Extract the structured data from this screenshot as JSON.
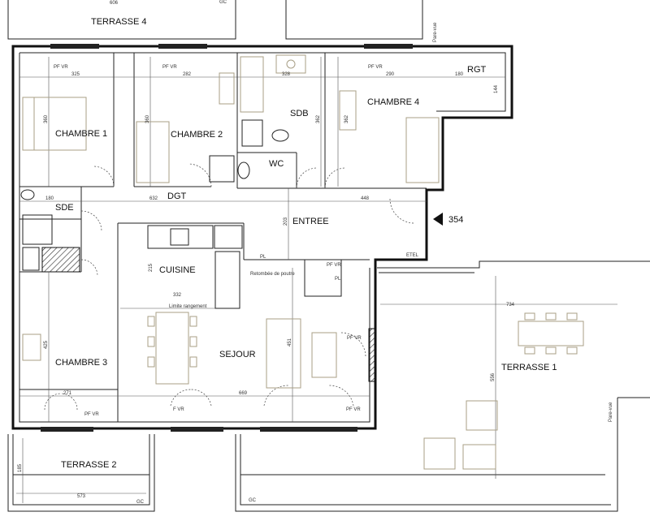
{
  "rooms": {
    "terrasse_4": "TERRASSE 4",
    "chambre_1": "CHAMBRE 1",
    "chambre_2": "CHAMBRE 2",
    "sdb": "SDB",
    "wc": "WC",
    "chambre_4": "CHAMBRE 4",
    "rgt": "RGT",
    "sde": "SDE",
    "dgt": "DGT",
    "entree": "ENTREE",
    "cuisine": "CUISINE",
    "sejour": "SEJOUR",
    "chambre_3": "CHAMBRE 3",
    "terrasse_1": "TERRASSE 1",
    "terrasse_2": "TERRASSE 2"
  },
  "level_marker": "354",
  "notes": {
    "pare_vue_top": "Pare-vue",
    "pare_vue_right": "Pare-vue",
    "retombee_poutre": "Retombée de poutre",
    "limite_rangement": "Limite rangement",
    "etel": "ETEL",
    "pl_1": "PL",
    "pl_2": "PL",
    "gc_1": "GC",
    "gc_2": "GC",
    "gc_3": "GC"
  },
  "window_tags": {
    "w1": "PF VR",
    "w2": "PF VR",
    "w3": "PF VR",
    "w4": "PF VR",
    "w5": "F VR",
    "w6": "PF VR",
    "w7": "PF VR",
    "w8": "PF VR"
  },
  "dimensions": {
    "d_terrasse4": "606",
    "d_ch1_w": "325",
    "d_ch2_w": "282",
    "d_sdb_w": "328",
    "d_ch4_w": "290",
    "d_rgt_w": "180",
    "d_rgt_h": "144",
    "d_ch1_h": "360",
    "d_ch2_h": "360",
    "d_sdb_h": "362",
    "d_ch4_h": "362",
    "d_sde_w": "180",
    "d_dgt": "632",
    "d_entree": "448",
    "d_cuisine_h": "215",
    "d_cuisine_w": "332",
    "d_entree_h": "203",
    "d_sejour_h": "451",
    "d_ch3_h": "425",
    "d_ch3_w": "271",
    "d_sejour_w": "669",
    "d_terrasse1_w": "734",
    "d_terrasse1_h": "556",
    "d_terrasse2_h": "185",
    "d_terrasse2_w": "573"
  }
}
